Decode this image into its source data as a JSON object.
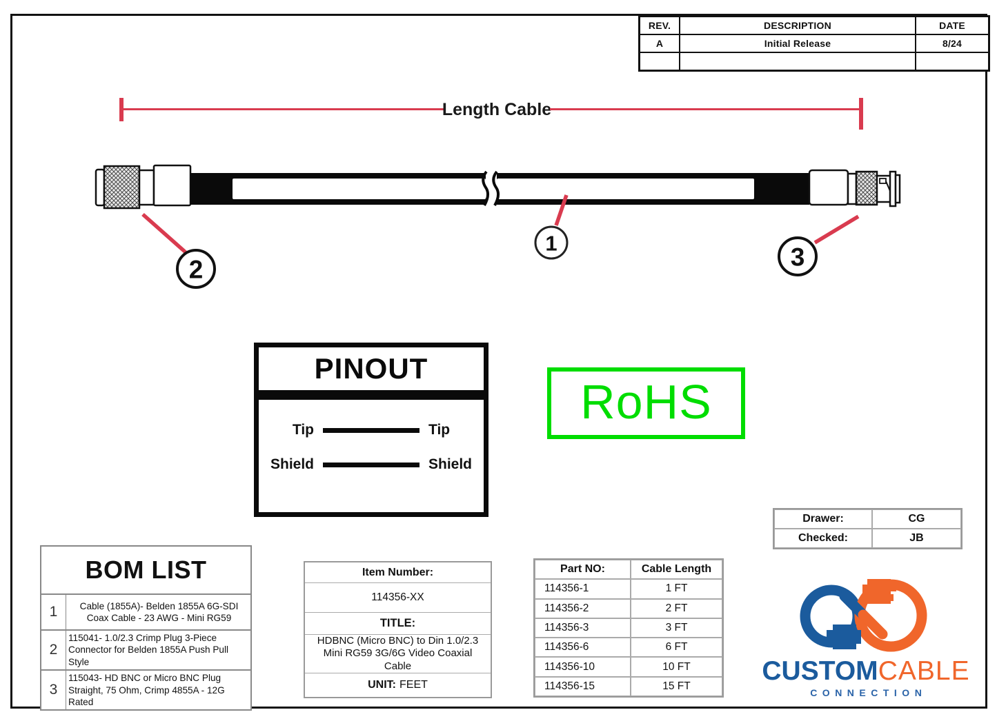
{
  "revision_table": {
    "headers": [
      "REV.",
      "DESCRIPTION",
      "DATE"
    ],
    "rows": [
      [
        "A",
        "Initial Release",
        "8/24"
      ],
      [
        "",
        "",
        ""
      ]
    ]
  },
  "drawing": {
    "dimension_label": "Length Cable",
    "callout_cable": "1",
    "callout_left_connector": "2",
    "callout_right_connector": "3"
  },
  "pinout": {
    "title": "PINOUT",
    "row1_left": "Tip",
    "row1_right": "Tip",
    "row2_left": "Shield",
    "row2_right": "Shield"
  },
  "rohs": {
    "label": "RoHS"
  },
  "approval": {
    "rows": [
      [
        "Drawer:",
        "CG"
      ],
      [
        "Checked:",
        "JB"
      ]
    ]
  },
  "bom": {
    "title": "BOM LIST",
    "items": [
      {
        "no": "1",
        "desc": "Cable (1855A)- Belden 1855A 6G-SDI Coax Cable - 23 AWG - Mini RG59"
      },
      {
        "no": "2",
        "desc": "115041- 1.0/2.3 Crimp Plug 3-Piece Connector for Belden 1855A Push Pull Style"
      },
      {
        "no": "3",
        "desc": "115043- HD BNC or Micro BNC Plug Straight, 75 Ohm, Crimp 4855A - 12G Rated"
      }
    ]
  },
  "item_info": {
    "number_label": "Item Number:",
    "number": "114356-XX",
    "title_label": "TITLE:",
    "title": "HDBNC (Micro BNC) to Din 1.0/2.3 Mini RG59 3G/6G Video Coaxial Cable",
    "unit_label": "UNIT:",
    "unit": "FEET"
  },
  "part_table": {
    "headers": [
      "Part NO:",
      "Cable Length"
    ],
    "rows": [
      [
        "114356-1",
        "1 FT"
      ],
      [
        "114356-2",
        "2 FT"
      ],
      [
        "114356-3",
        "3 FT"
      ],
      [
        "114356-6",
        "6 FT"
      ],
      [
        "114356-10",
        "10 FT"
      ],
      [
        "114356-15",
        "15 FT"
      ]
    ]
  },
  "logo": {
    "word_custom": "CUSTOM",
    "word_cable": "CABLE",
    "word_connection": "CONNECTION"
  },
  "colors": {
    "accent_red": "#d93b4f",
    "rohs_green": "#00dd00",
    "logo_blue": "#1b5b9d",
    "logo_orange": "#f0662b"
  }
}
